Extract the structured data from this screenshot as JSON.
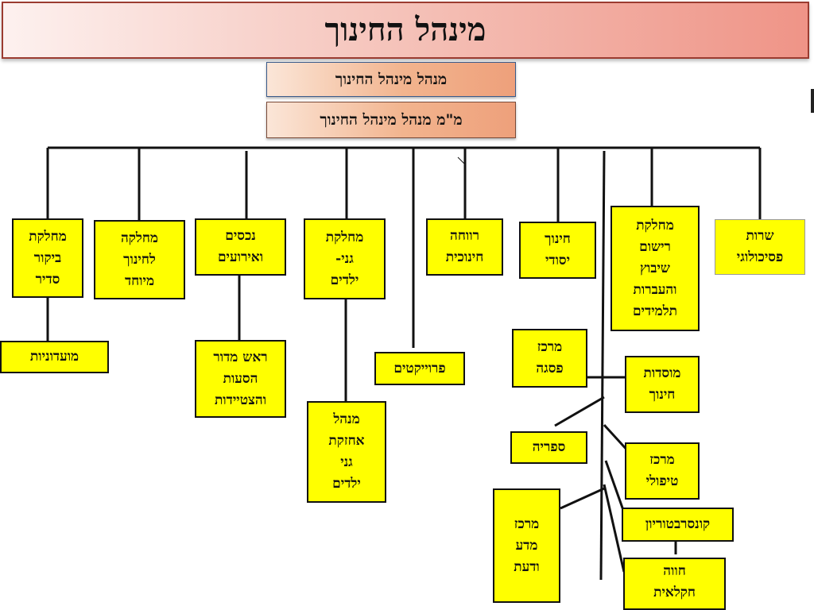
{
  "title": "מינהל החינוך",
  "director": "מנהל מינהל החינוך",
  "deputy": "מ\"מ מנהל מינהל החינוך",
  "departments": {
    "psych": "שרות\nפסיכולוגי",
    "registration": "מחלקת\nרישום\nשיבוץ\nוהעברות\nתלמידים",
    "elementary": "חינוך\nיסודי",
    "welfare": "רווחה\nחינוכית",
    "kindergarten": "מחלקת\nגני-\nילדים",
    "assets": "נכסים\nואירועים",
    "special_ed": "מחלקה\nלחינוך\nמיוחד",
    "inspection": "מחלקת\nביקור\nסדיר"
  },
  "sub_units": {
    "clubs": "מועדוניות",
    "transport": "ראש מדור\nהסעות\nוהצטיידות",
    "kg_maintenance": "מנהל\nאחזקת\nגני\nילדים",
    "projects": "פרוייקטים",
    "break_center": "מרכז\nפסגה",
    "institutions": "מוסדות\nחינוך",
    "library": "ספריה",
    "therapy_center": "מרכז\nטיפולי",
    "science_center": "מרכז\nמדע\nודעת",
    "conservatory": "קונסרבטוריון",
    "farm": "חווה\nחקלאית"
  },
  "colors": {
    "box_fill": "#ffff00",
    "title_gradient_end": "#ef9487",
    "manager_gradient_end": "#eea07b"
  }
}
